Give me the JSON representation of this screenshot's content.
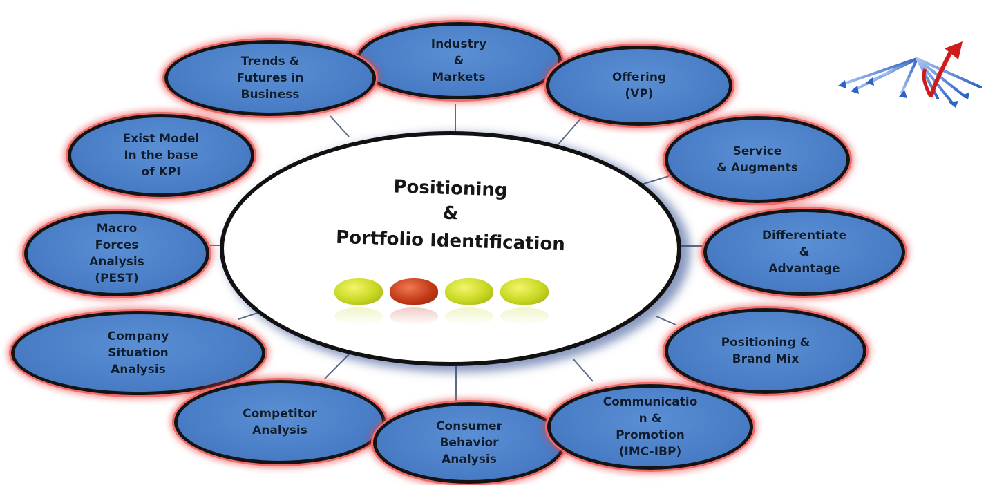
{
  "hub": {
    "title": "Positioning",
    "amp": "&",
    "subtitle": "Portfolio Identification"
  },
  "nodes": {
    "industry": "Industry\n&\nMarkets",
    "trends": "Trends &\nFutures in\nBusiness",
    "offering": "Offering\n(VP)",
    "exist_model": "Exist Model\nIn the base\nof KPI",
    "service": "Service\n& Augments",
    "macro": "Macro\nForces\nAnalysis\n(PEST)",
    "differentiate": "Differentiate\n&\nAdvantage",
    "company": "Company\nSituation\nAnalysis",
    "positioning": "Positioning &\nBrand Mix",
    "competitor": "Competitor\nAnalysis",
    "consumer": "Consumer\nBehavior\nAnalysis",
    "communication": "Communicatio\nn &\nPromotion\n(IMC-IBP)"
  },
  "apples": [
    "green",
    "red",
    "green",
    "green"
  ],
  "colors": {
    "node_fill": "#4a7ec7",
    "node_glow": "#f36a6a",
    "hub_shadow": "#2a4a9a",
    "arrow_red": "#d11a1a",
    "arrow_blue": "#2e62c6"
  }
}
